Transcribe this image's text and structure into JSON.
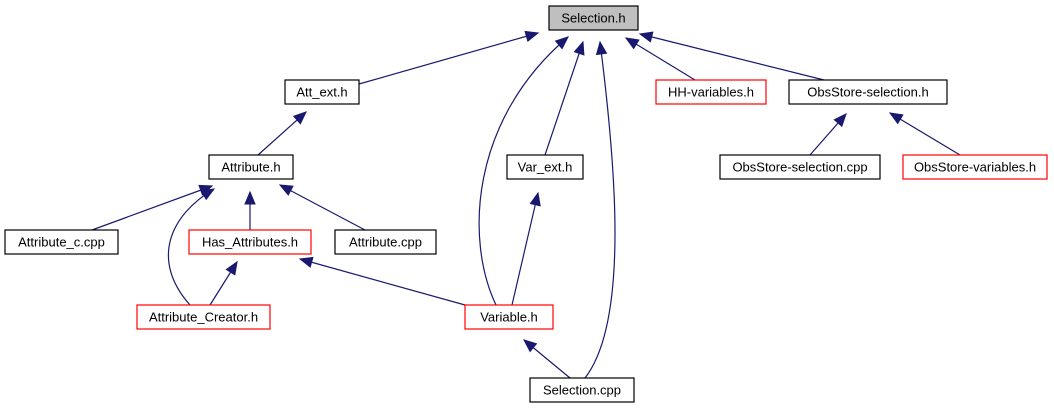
{
  "diagram": {
    "colors": {
      "edge": "#191970",
      "node_border_default": "#000000",
      "node_border_incomplete": "#ff0000",
      "root_fill": "#bfbfbf",
      "node_fill": "#ffffff"
    },
    "nodes": [
      {
        "id": "selection_h",
        "label": "Selection.h",
        "style": "root"
      },
      {
        "id": "att_ext_h",
        "label": "Att_ext.h",
        "style": "default"
      },
      {
        "id": "hh_variables_h",
        "label": "HH-variables.h",
        "style": "incomplete"
      },
      {
        "id": "obsstore_selection_h",
        "label": "ObsStore-selection.h",
        "style": "default"
      },
      {
        "id": "attribute_h",
        "label": "Attribute.h",
        "style": "default"
      },
      {
        "id": "var_ext_h",
        "label": "Var_ext.h",
        "style": "default"
      },
      {
        "id": "obsstore_selection_cpp",
        "label": "ObsStore-selection.cpp",
        "style": "default"
      },
      {
        "id": "obsstore_variables_h",
        "label": "ObsStore-variables.h",
        "style": "incomplete"
      },
      {
        "id": "attribute_c_cpp",
        "label": "Attribute_c.cpp",
        "style": "default"
      },
      {
        "id": "has_attributes_h",
        "label": "Has_Attributes.h",
        "style": "incomplete"
      },
      {
        "id": "attribute_cpp",
        "label": "Attribute.cpp",
        "style": "default"
      },
      {
        "id": "attribute_creator_h",
        "label": "Attribute_Creator.h",
        "style": "incomplete"
      },
      {
        "id": "variable_h",
        "label": "Variable.h",
        "style": "incomplete"
      },
      {
        "id": "selection_cpp",
        "label": "Selection.cpp",
        "style": "default"
      }
    ],
    "edges": [
      {
        "from": "att_ext_h",
        "to": "selection_h"
      },
      {
        "from": "variable_h",
        "to": "selection_h"
      },
      {
        "from": "var_ext_h",
        "to": "selection_h"
      },
      {
        "from": "selection_cpp",
        "to": "selection_h"
      },
      {
        "from": "hh_variables_h",
        "to": "selection_h"
      },
      {
        "from": "obsstore_selection_h",
        "to": "selection_h"
      },
      {
        "from": "attribute_h",
        "to": "att_ext_h"
      },
      {
        "from": "obsstore_selection_cpp",
        "to": "obsstore_selection_h"
      },
      {
        "from": "obsstore_variables_h",
        "to": "obsstore_selection_h"
      },
      {
        "from": "attribute_c_cpp",
        "to": "attribute_h"
      },
      {
        "from": "attribute_creator_h",
        "to": "attribute_h"
      },
      {
        "from": "has_attributes_h",
        "to": "attribute_h"
      },
      {
        "from": "attribute_cpp",
        "to": "attribute_h"
      },
      {
        "from": "variable_h",
        "to": "var_ext_h"
      },
      {
        "from": "attribute_creator_h",
        "to": "has_attributes_h"
      },
      {
        "from": "variable_h",
        "to": "has_attributes_h"
      },
      {
        "from": "selection_cpp",
        "to": "variable_h"
      }
    ]
  }
}
